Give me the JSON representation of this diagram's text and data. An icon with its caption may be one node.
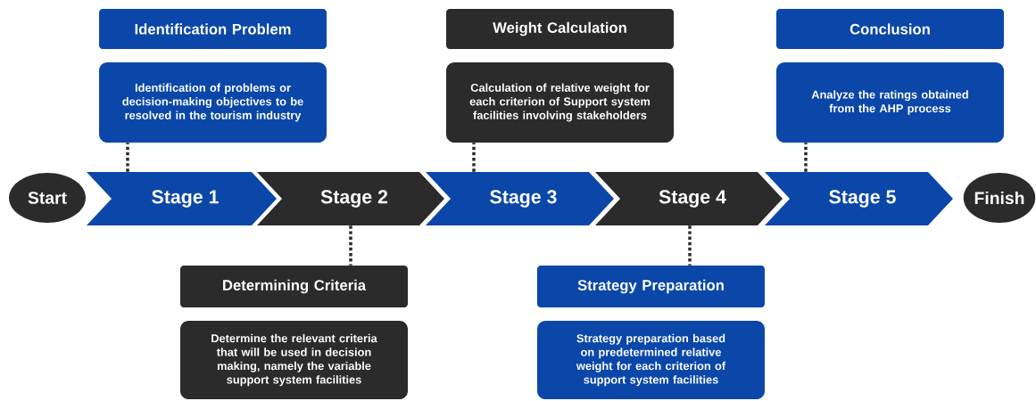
{
  "diagram": {
    "nodes": [
      {
        "text": [
          "Identification Problem"
        ]
      },
      {
        "text": [
          "Identification of problems or decision-making objectives to be resolved in the tourism industry"
        ]
      },
      {
        "text": [
          "Weight Calculation"
        ]
      },
      {
        "text": [
          "Calculation of relative weight for each criterion of Support system facilities involving stakeholders"
        ]
      },
      {
        "text": [
          "Conclusion"
        ]
      },
      {
        "text": [
          "Analyze the ratings obtained from the AHP process"
        ]
      },
      {
        "text": [
          "Start"
        ]
      },
      {
        "text": [
          "Stage 1"
        ]
      },
      {
        "text": [
          "Stage 2"
        ]
      },
      {
        "text": [
          "Stage 3"
        ]
      },
      {
        "text": [
          "Stage 4"
        ]
      },
      {
        "text": [
          "Stage 5"
        ]
      },
      {
        "text": [
          "Finish"
        ]
      },
      {
        "text": [
          "Determining Criteria"
        ]
      },
      {
        "text": [
          "Determine the relevant criteria that will be used in decision making, namely the variable support system facilities"
        ]
      },
      {
        "text": [
          "Strategy Preparation"
        ]
      },
      {
        "text": [
          "Strategy preparation based on predetermined relative weight for each criterion of support system facilities"
        ]
      }
    ],
    "edges": [
      {
        "from": 7,
        "to": 1,
        "arrow": "none",
        "style": "dashed"
      },
      {
        "from": 8,
        "to": 13,
        "arrow": "none",
        "style": "dashed"
      },
      {
        "from": 9,
        "to": 3,
        "arrow": "none",
        "style": "dashed"
      },
      {
        "from": 10,
        "to": 15,
        "arrow": "none",
        "style": "dashed"
      },
      {
        "from": 11,
        "to": 5,
        "arrow": "none",
        "style": "dashed"
      }
    ]
  }
}
